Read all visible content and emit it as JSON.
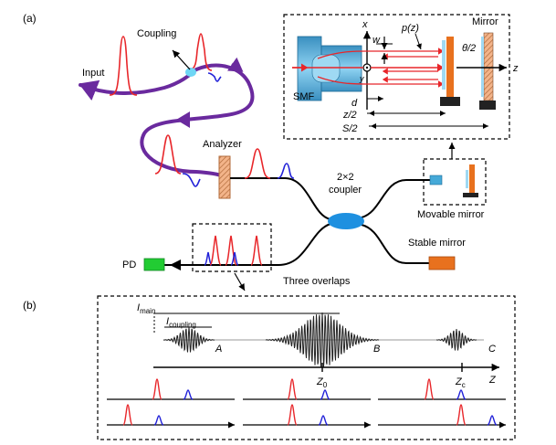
{
  "panel_a": {
    "label": "(a)",
    "input": "Input",
    "coupling": "Coupling",
    "analyzer": "Analyzer",
    "coupler_line1": "2×2",
    "coupler_line2": "coupler",
    "movable_mirror": "Movable mirror",
    "stable_mirror": "Stable mirror",
    "pd": "PD",
    "three_overlaps": "Three overlaps",
    "inset": {
      "x_axis": "x",
      "y_axis": "y",
      "z_axis": "z",
      "mirror": "Mirror",
      "smf": "SMF",
      "w": "w",
      "p": "p(z)",
      "theta": "θ/2",
      "d": "d",
      "z_half": "z/2",
      "s_half": "S/2"
    }
  },
  "panel_b": {
    "label": "(b)",
    "i_main": "I",
    "i_main_sub": "main",
    "i_coupling": "I",
    "i_coupling_sub": "coupling",
    "A": "A",
    "B": "B",
    "C": "C",
    "z0": "Z",
    "z0_sub": "0",
    "zc": "Z",
    "zc_sub": "c",
    "z_axis": "Z"
  },
  "colors": {
    "fiber": "#6a2a9e",
    "main_pulse": "#e8262a",
    "coupled_pulse": "#2222d8",
    "coupler": "#1e90e0",
    "pd": "#22cc33",
    "stable_mirror": "#e8711e",
    "movable_mirror": "#e8711e",
    "smf_body": "#45a9d8",
    "coupling_point": "#6fd6f5"
  }
}
